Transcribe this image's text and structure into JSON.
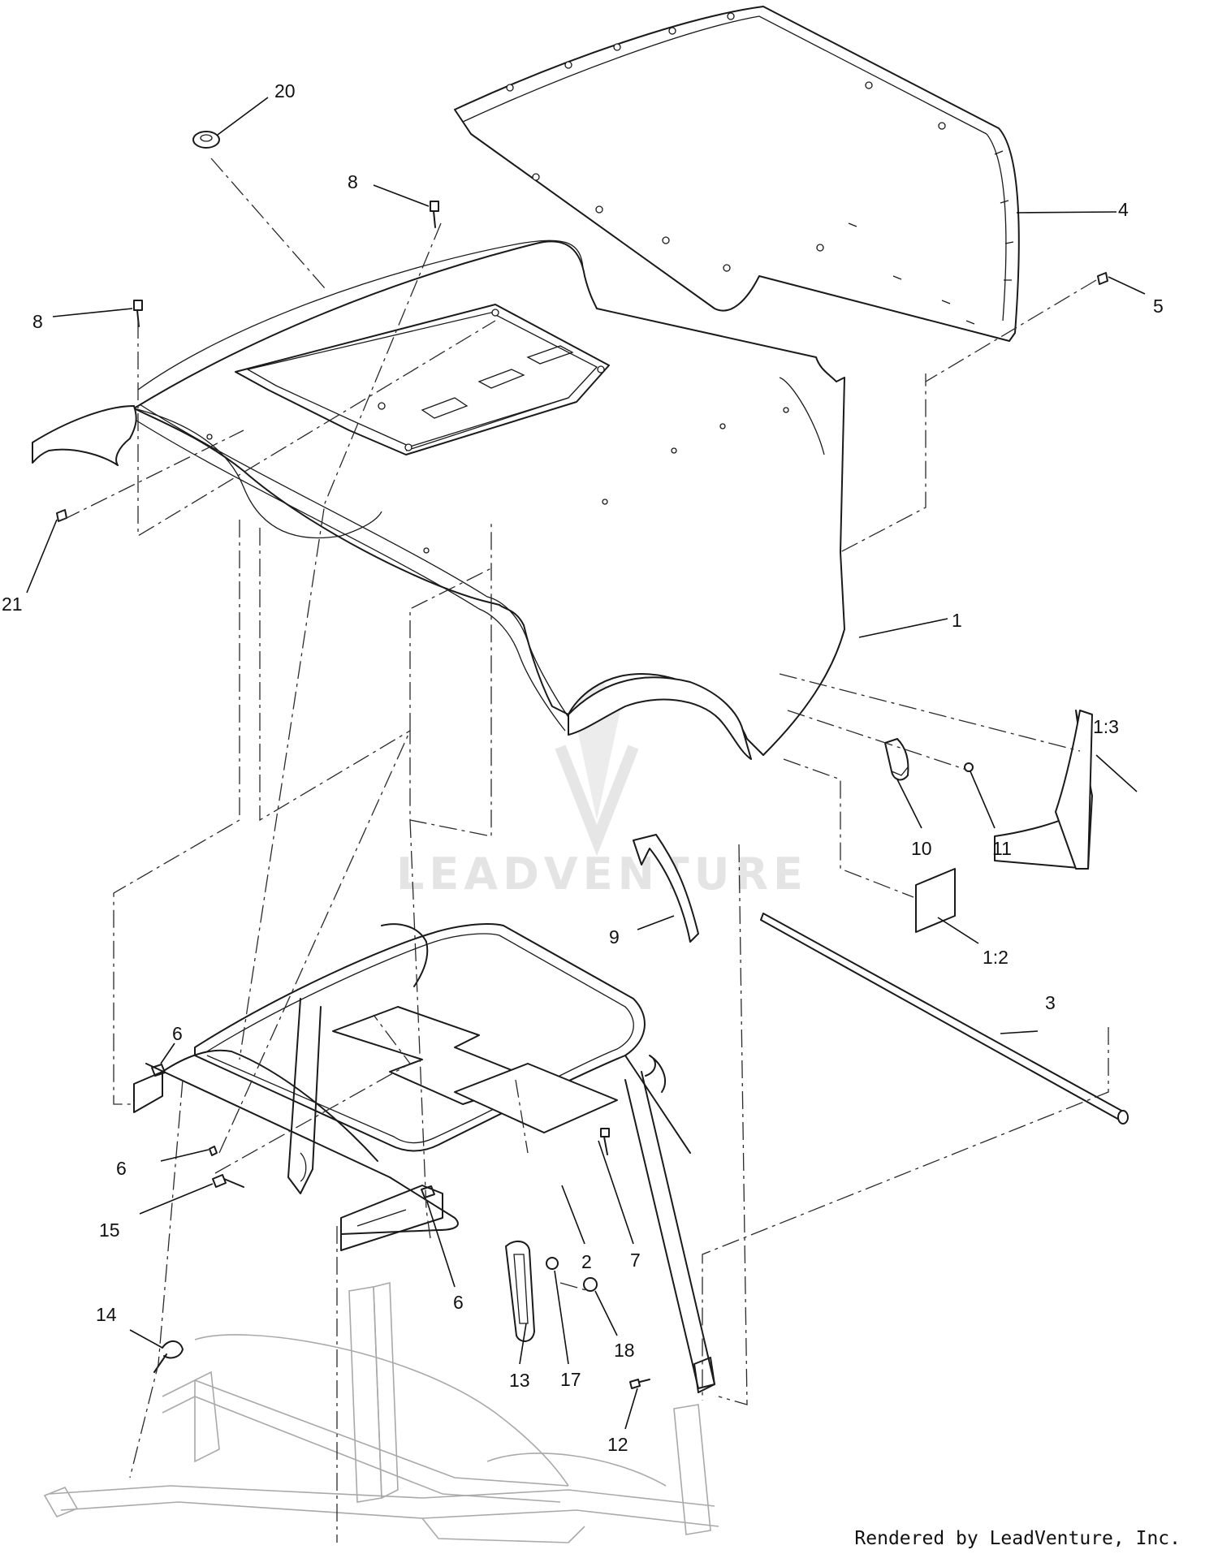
{
  "diagram": {
    "watermark": "LEADVENTURE",
    "credit": "Rendered by LeadVenture, Inc.",
    "callouts": {
      "c20": "20",
      "c8a": "8",
      "c8b": "8",
      "c4": "4",
      "c5": "5",
      "c21": "21",
      "c1": "1",
      "c1_3": "1:3",
      "c10": "10",
      "c11": "11",
      "c9": "9",
      "c1_2": "1:2",
      "c3": "3",
      "c6a": "6",
      "c6b": "6",
      "c6c": "6",
      "c15": "15",
      "c2": "2",
      "c7": "7",
      "c14": "14",
      "c13": "13",
      "c17": "17",
      "c18": "18",
      "c12": "12"
    }
  }
}
